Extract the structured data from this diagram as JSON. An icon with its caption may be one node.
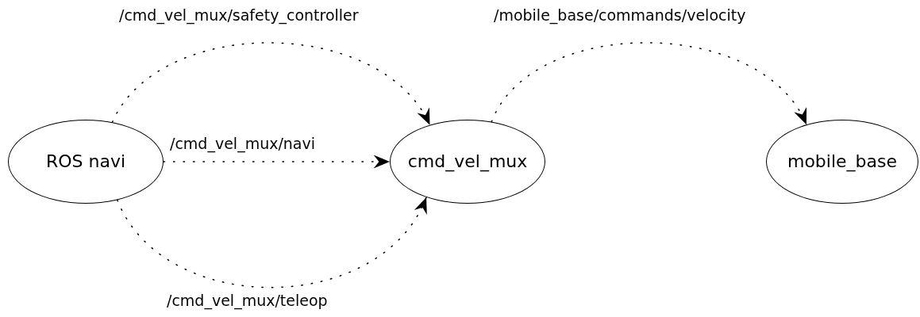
{
  "diagram": {
    "nodes": [
      {
        "text": [
          "ROS navi"
        ]
      },
      {
        "text": [
          "cmd_vel_mux"
        ]
      },
      {
        "text": [
          "mobile_base"
        ]
      }
    ],
    "edges": [
      {
        "from": 0,
        "to": 1,
        "arrow": "to",
        "label": "/cmd_vel_mux/safety_controller"
      },
      {
        "from": 0,
        "to": 1,
        "arrow": "to",
        "label": "/cmd_vel_mux/navi"
      },
      {
        "from": 0,
        "to": 1,
        "arrow": "to",
        "label": "/cmd_vel_mux/teleop"
      },
      {
        "from": 1,
        "to": 2,
        "arrow": "to",
        "label": "/mobile_base/commands/velocity"
      }
    ]
  }
}
